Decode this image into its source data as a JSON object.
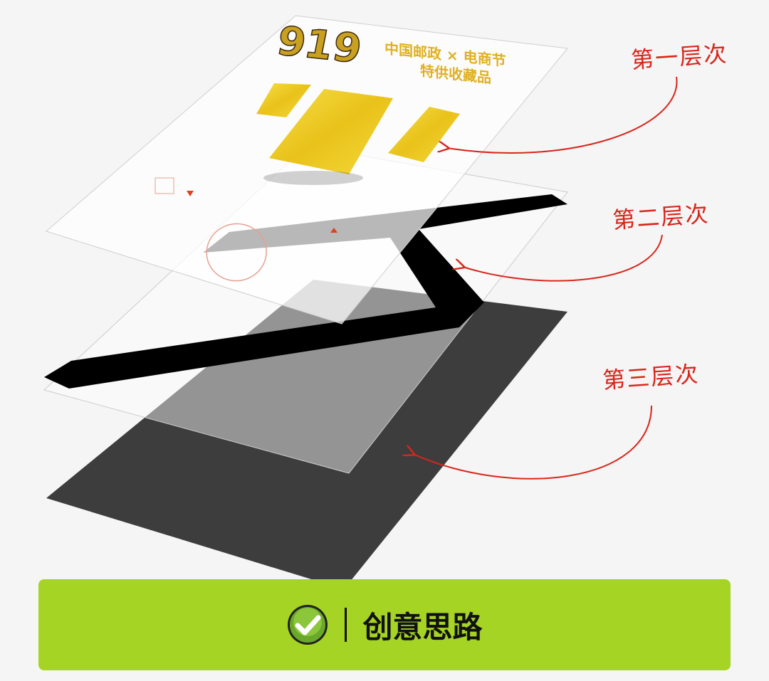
{
  "layers": [
    {
      "label": "第一层次"
    },
    {
      "label": "第二层次"
    },
    {
      "label": "第三层次"
    }
  ],
  "poster": {
    "logo": "919",
    "title_line1": "中国邮政 × 电商节",
    "title_line2": "特供收藏品"
  },
  "button": {
    "icon": "check-circle-icon",
    "label": "创意思路"
  },
  "colors": {
    "accent_green": "#a6d424",
    "annotation_red": "#d9261c",
    "gold": "#e8b820"
  }
}
